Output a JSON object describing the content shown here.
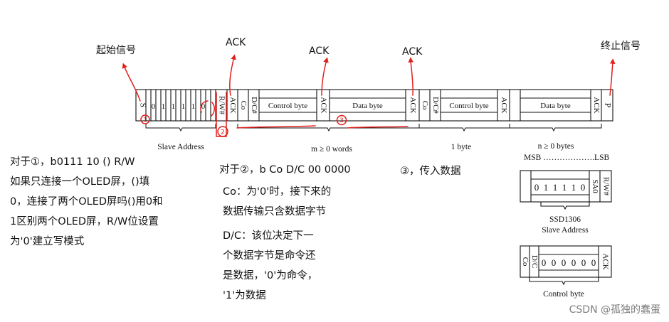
{
  "labels": {
    "start_signal": "起始信号",
    "stop_signal": "终止信号",
    "ack": "ACK"
  },
  "frame": {
    "s": "S",
    "p": "P",
    "ack": "ACK",
    "rw": "R/W#",
    "co": "Co",
    "dc": "D/C#",
    "control_byte": "Control byte",
    "data_byte": "Data byte",
    "slave_bits": [
      "0",
      "1",
      "1",
      "1",
      "1",
      "0"
    ]
  },
  "groups": {
    "slave_address": "Slave Address",
    "m_words": "m ≥ 0 words",
    "one_byte": "1 byte",
    "n_bytes": "n ≥ 0 bytes"
  },
  "detail": {
    "msb_lsb": "MSB ……………….LSB",
    "addr_bits": [
      "0",
      "1",
      "1",
      "1",
      "1",
      "0"
    ],
    "sa0": "SA0",
    "rw": "R/W#",
    "ssd_title": "SSD1306",
    "ssd_sub": "Slave Address",
    "co": "Co",
    "dc": "D/C",
    "ctrl_bits": [
      "0",
      "0",
      "0",
      "0",
      "0",
      "0"
    ],
    "ack": "ACK",
    "ctrl_caption": "Control byte"
  },
  "markers": {
    "one": "1",
    "two": "2",
    "three": "3"
  },
  "notes": {
    "note1": "对于①，b0111 10 () R/W\n如果只连接一个OLED屏，()填\n0，连接了两个OLED屏吗()用0和\n1区别两个OLED屏，R/W位设置\n为'0'建立写模式",
    "note2": "对于②，b Co D/C 00 0000",
    "note2_co": "Co：为'0'时，接下来的\n数据传输只含数据字节",
    "note2_dc": "D/C：该位决定下一\n个数据字节是命令还\n是数据，'0'为命令，\n'1'为数据",
    "note3": "③，传入数据"
  },
  "watermark": "CSDN @孤独的蠢蛋",
  "colors": {
    "annotation": "#e0201b",
    "line": "#111111"
  }
}
